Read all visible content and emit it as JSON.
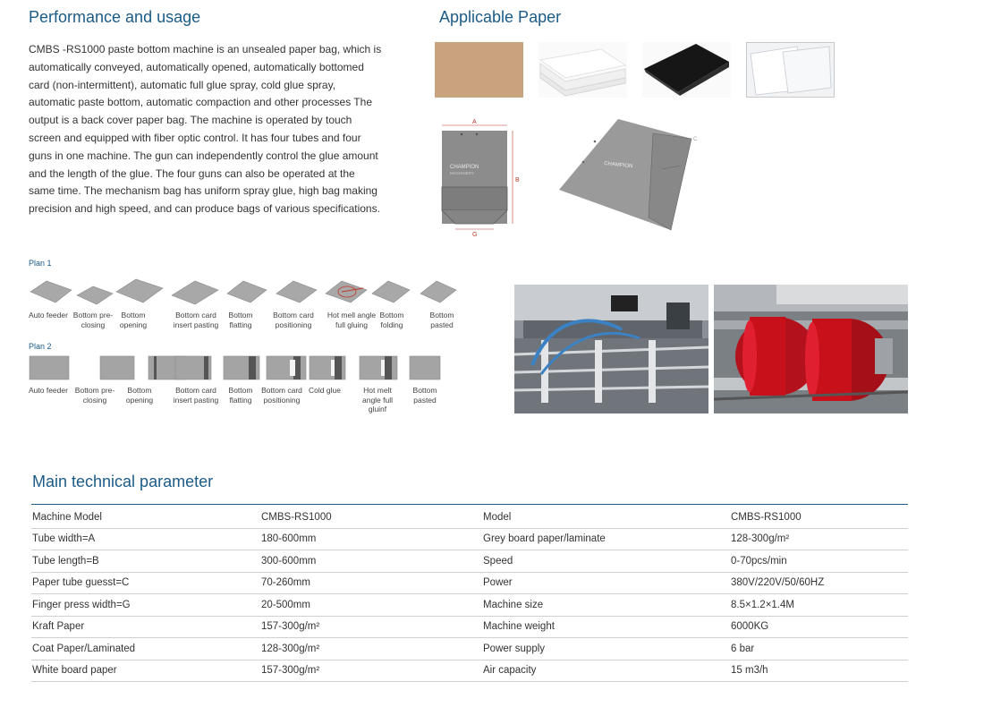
{
  "performance": {
    "title": "Performance and usage",
    "description": "CMBS -RS1000 paste bottom machine is an unsealed paper bag, which is automatically conveyed, automatically opened, automatically bottomed card (non-intermittent), automatic full glue spray, cold glue spray, automatic paste bottom, automatic compaction and other processes The output is a back cover paper bag. The machine is operated by touch screen and equipped with fiber optic control. It has four tubes and four guns in one machine. The gun can independently control the glue amount and the length of the glue. The four guns can also be operated at the same time. The mechanism bag has uniform spray glue, high bag making precision and high speed, and can produce bags of various specifications."
  },
  "paper": {
    "title": "Applicable Paper",
    "swatches": [
      "kraft-paper-icon",
      "white-paper-stack-icon",
      "black-paper-stack-icon",
      "transparent-film-icon"
    ],
    "colors": {
      "kraft": "#c9a27e",
      "white": "#f1f1f1",
      "black": "#161616",
      "film": "#e3e6ea"
    },
    "diagram": {
      "dim_a": "A",
      "dim_b": "B",
      "dim_g": "G",
      "dim_c": "C",
      "brand_line1": "CHAMPION",
      "brand_line2": "MACHINERY"
    }
  },
  "plan1": {
    "title": "Plan 1",
    "steps": [
      "Auto feeder",
      "Bottom pre-closing",
      "Bottom opening",
      "Bottom card insert pasting",
      "Bottom flatting",
      "Bottom card positioning",
      "Hot mell angle full gluing",
      "Bottom folding",
      "Bottom pasted"
    ]
  },
  "plan2": {
    "title": "Plan 2",
    "steps": [
      "Auto feeder",
      "Bottom pre-closing",
      "Bottom opening",
      "Bottom card insert pasting",
      "Bottom flatting",
      "Bottom card positioning",
      "Cold glue",
      "Hot melt angle full gluinf",
      "Bottom pasted"
    ]
  },
  "params": {
    "title": "Main technical parameter",
    "rows": [
      [
        "Machine Model",
        "CMBS-RS1000",
        "Model",
        "CMBS-RS1000"
      ],
      [
        "Tube width=A",
        "180-600mm",
        "Grey board paper/laminate",
        "128-300g/m²"
      ],
      [
        "Tube length=B",
        "300-600mm",
        "Speed",
        "0-70pcs/min"
      ],
      [
        "Paper tube guesst=C",
        "70-260mm",
        "Power",
        "380V/220V/50/60HZ"
      ],
      [
        "Finger press width=G",
        "20-500mm",
        "Machine size",
        "8.5×1.2×1.4M"
      ],
      [
        "Kraft Paper",
        "157-300g/m²",
        "Machine weight",
        "6000KG"
      ],
      [
        "Coat Paper/Laminated",
        "128-300g/m²",
        "Power supply",
        "6 bar"
      ],
      [
        "White board paper",
        "157-300g/m²",
        "Air capacity",
        "15 m3/h"
      ]
    ]
  },
  "accent_color": "#1b5b86"
}
